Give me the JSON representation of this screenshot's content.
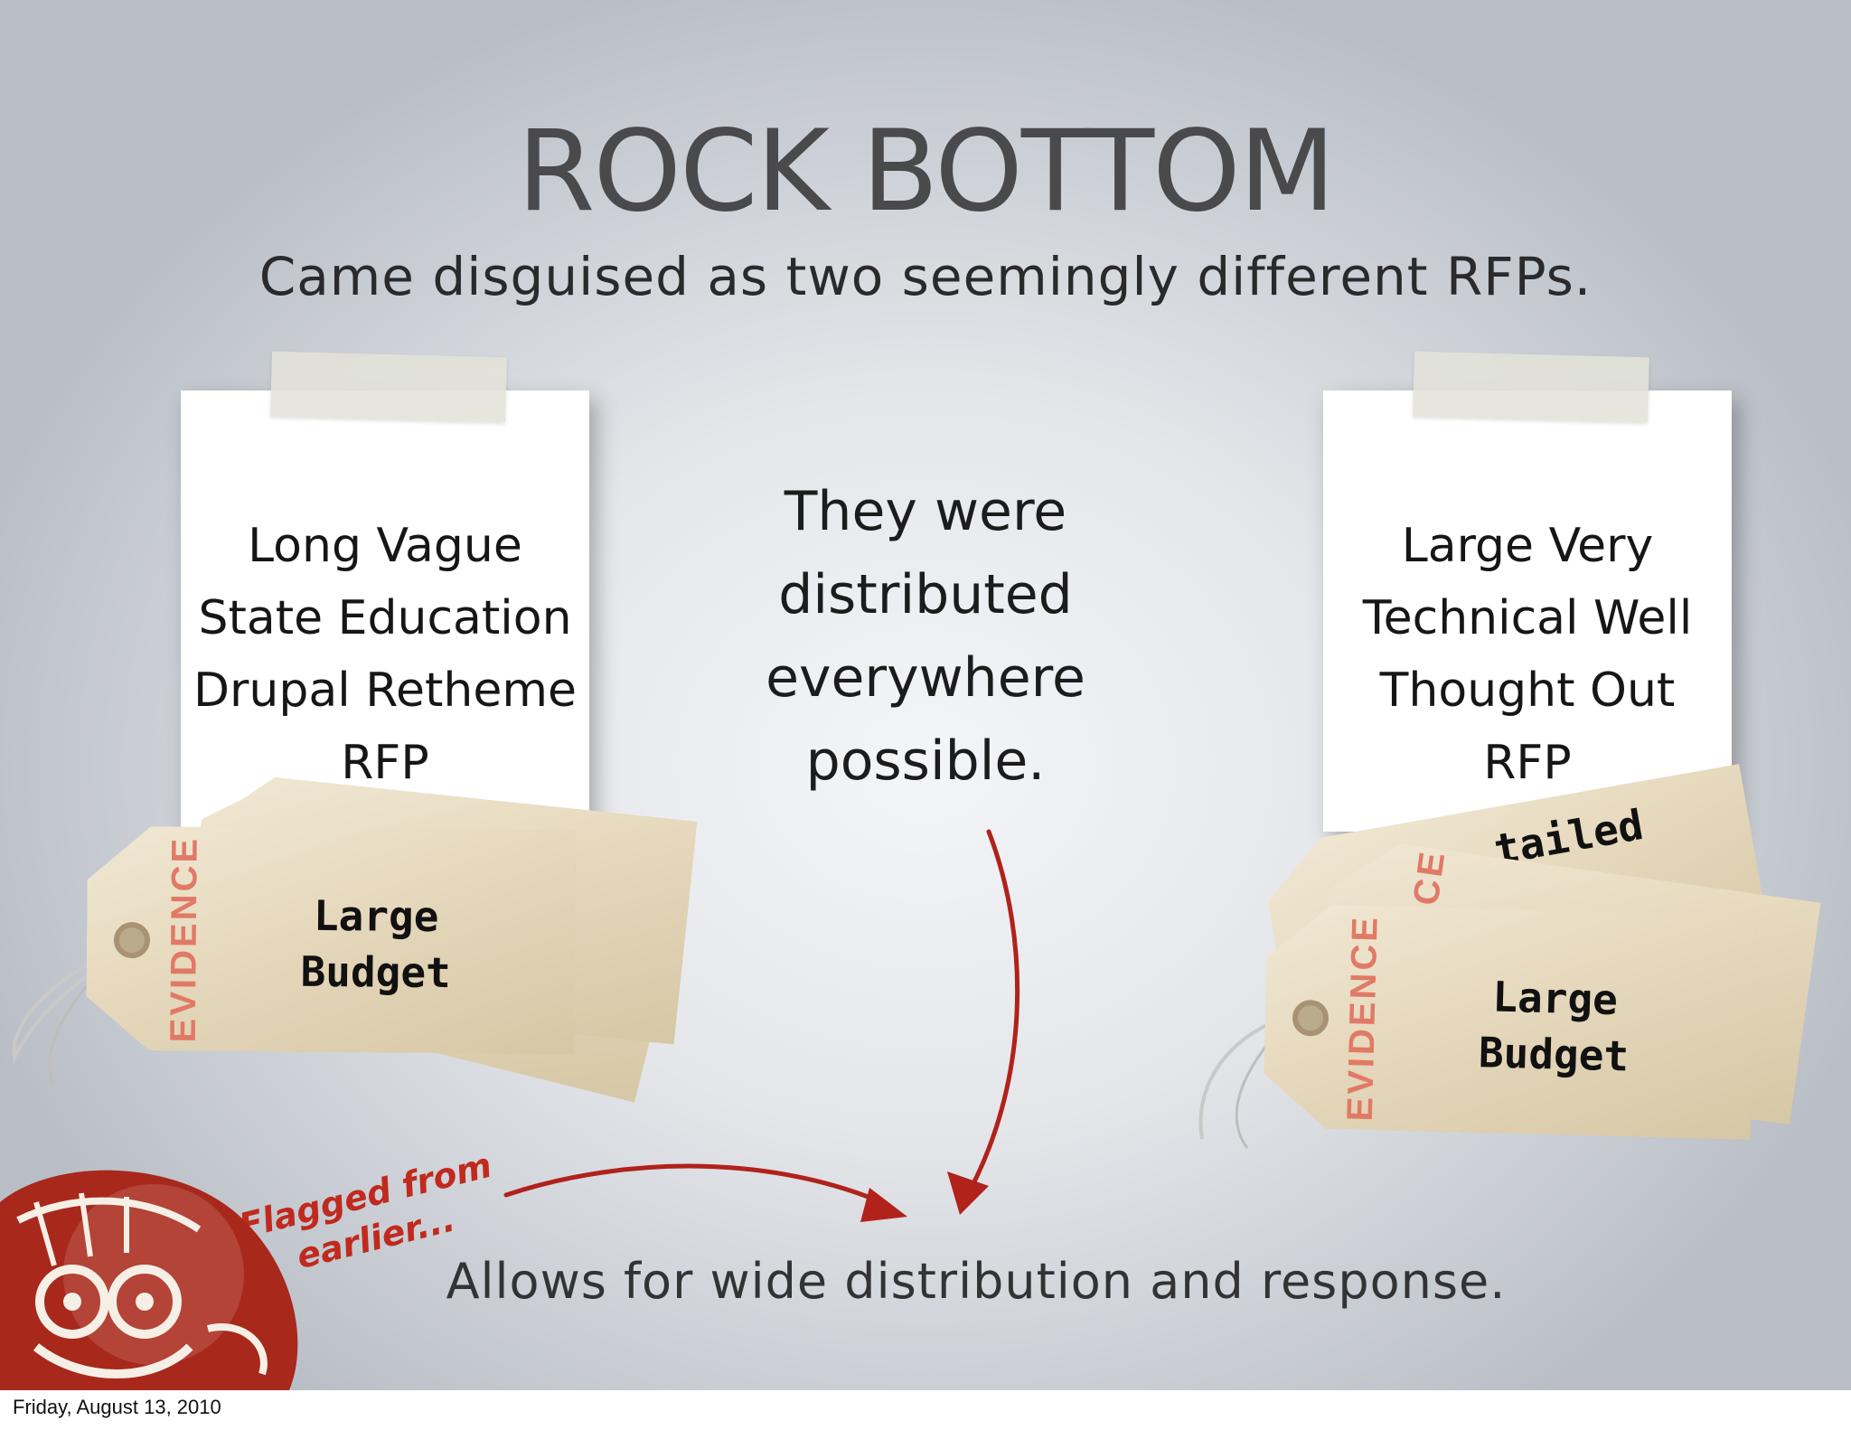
{
  "slide": {
    "title": "ROCK BOTTOM",
    "subtitle": "Came disguised as two seemingly different RFPs.",
    "middle_lines": [
      "They were",
      "distributed",
      "everywhere",
      "possible."
    ],
    "bottom_text": "Allows for wide distribution and response.",
    "flag_lines": [
      "Flagged from",
      "earlier..."
    ],
    "left_card": {
      "lines": [
        "Long Vague",
        "State Education",
        "Drupal Retheme",
        "RFP"
      ]
    },
    "right_card": {
      "lines": [
        "Large Very",
        "Technical Well",
        "Thought Out",
        "RFP"
      ]
    },
    "left_tags": {
      "stamp": "EVIDENCE",
      "front_label": [
        "Large",
        "Budget"
      ]
    },
    "right_tags": {
      "stamp": "EVIDENCE",
      "front_label": [
        "Large",
        "Budget"
      ],
      "partial_stamp": "CE",
      "partial_label": "tailed"
    },
    "colors": {
      "title": "#4a4a4c",
      "flag_red": "#c02a1e",
      "stamp": "#e07a66",
      "tag": "#e3d5b8"
    },
    "icons": [
      "red-arrow-down-icon",
      "red-arrow-right-icon",
      "cartoon-mascot-icon",
      "string-loop-icon"
    ]
  },
  "footer": {
    "date": "Friday, August 13, 2010"
  }
}
